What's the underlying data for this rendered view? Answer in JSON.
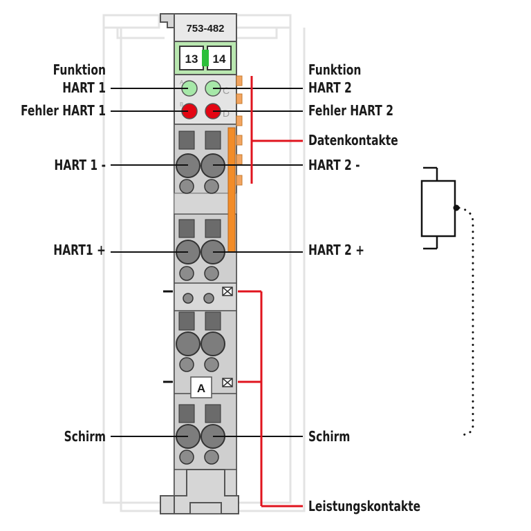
{
  "module": {
    "article_number": "753-482",
    "terminal_left": "13",
    "terminal_right": "14",
    "slot_letter": "A",
    "led_letters": [
      "A",
      "B",
      "C",
      "D"
    ]
  },
  "labels": {
    "funktion_hart1_line1": "Funktion",
    "funktion_hart1_line2": "HART 1",
    "fehler_hart1": "Fehler HART 1",
    "hart1_minus": "HART 1 -",
    "hart1_plus": "HART1 +",
    "schirm_left": "Schirm",
    "funktion_hart2_line1": "Funktion",
    "funktion_hart2_line2": "HART 2",
    "fehler_hart2": "Fehler HART 2",
    "datenkontakte": "Datenkontakte",
    "hart2_minus": "HART 2 -",
    "hart2_plus": "HART 2 +",
    "schirm_right": "Schirm",
    "leistungskontakte": "Leistungskontakte"
  },
  "colors": {
    "housing": "#d6d6d6",
    "housing_dark": "#bdbdbd",
    "led_green": "#a6e8a8",
    "led_red": "#e30613",
    "terminal_green": "#b9e7b0",
    "orange": "#f28c28",
    "red_line": "#e0141e",
    "rail_outline": "#e2e2e2"
  }
}
